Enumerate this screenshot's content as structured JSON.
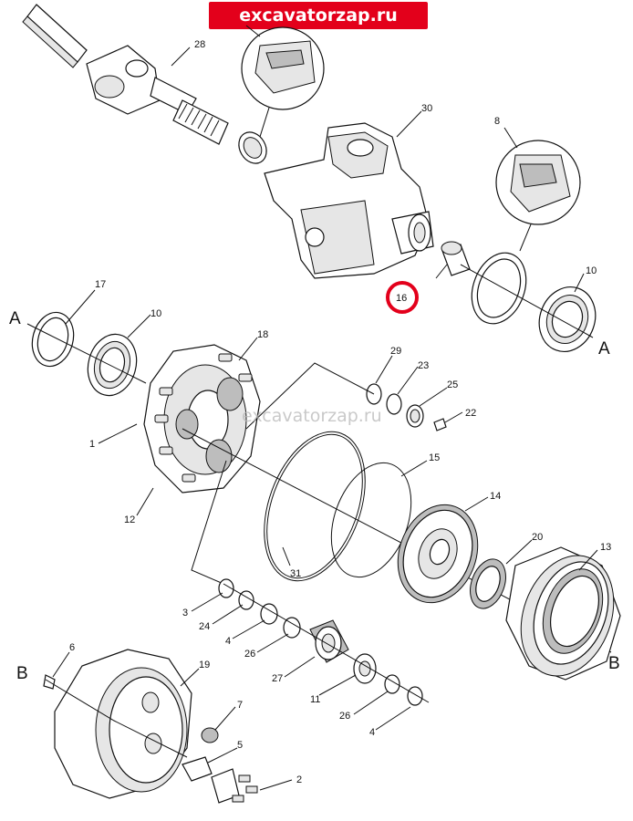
{
  "watermark_banner": "excavatorzap.ru",
  "watermark_center": "excavatorzap.ru",
  "section_letters": {
    "a_left": "A",
    "a_right": "A",
    "b_left": "B",
    "b_right": "B"
  },
  "highlight_color": "#e3001b",
  "highlighted_callout": "16",
  "callouts": [
    "28",
    "30",
    "8",
    "16",
    "17",
    "10a",
    "10b",
    "18",
    "29",
    "23",
    "25",
    "22",
    "1",
    "15",
    "14",
    "12",
    "20",
    "13",
    "31",
    "3",
    "24",
    "4a",
    "26a",
    "27",
    "11",
    "26b",
    "4b",
    "6",
    "19",
    "7",
    "5",
    "2"
  ],
  "callout_labels": {
    "28": "28",
    "30": "30",
    "8": "8",
    "16": "16",
    "17": "17",
    "10a": "10",
    "10b": "10",
    "18": "18",
    "29": "29",
    "23": "23",
    "25": "25",
    "22": "22",
    "1": "1",
    "15": "15",
    "14": "14",
    "12": "12",
    "20": "20",
    "13": "13",
    "31": "31",
    "3": "3",
    "24": "24",
    "4a": "4",
    "26a": "26",
    "27": "27",
    "11": "11",
    "26b": "26",
    "4b": "4",
    "6": "6",
    "19": "19",
    "7": "7",
    "5": "5",
    "2": "2"
  }
}
